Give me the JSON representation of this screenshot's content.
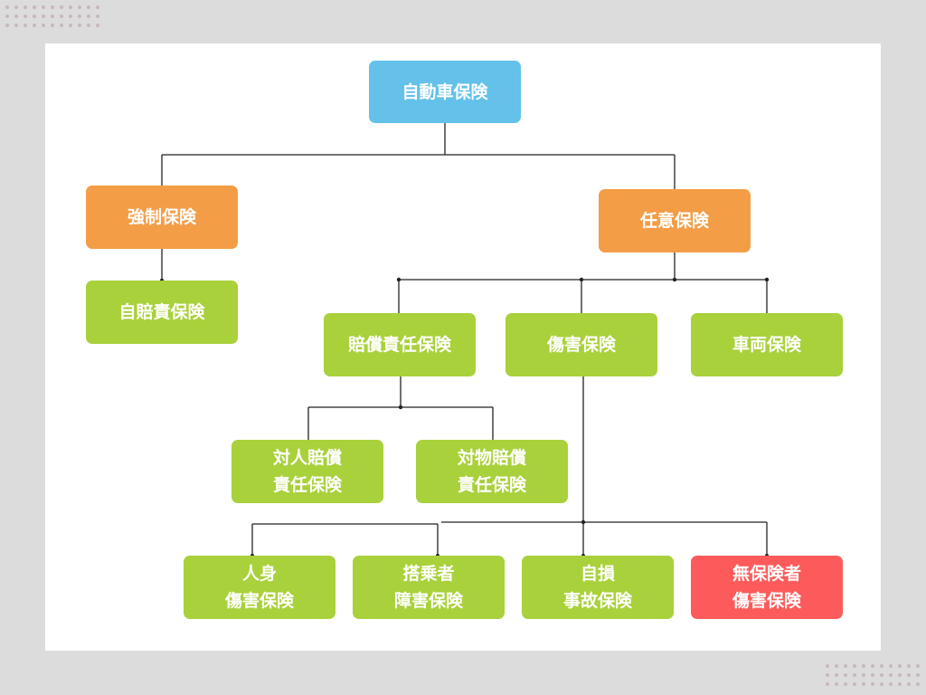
{
  "colors": {
    "root": "#63c1ea",
    "category": "#f49d47",
    "item": "#a9d13b",
    "highlight": "#fd5b5b",
    "line": "#222222"
  },
  "nodes": {
    "root": "自動車保険",
    "compulsory": "強制保険",
    "voluntary": "任意保険",
    "jibaiseki": "自賠責保険",
    "liability": "賠償責任保険",
    "injury": "傷害保険",
    "vehicle": "車両保険",
    "bodily_liability": {
      "line1": "対人賠償",
      "line2": "責任保険"
    },
    "property_liability": {
      "line1": "対物賠償",
      "line2": "責任保険"
    },
    "personal_injury": {
      "line1": "人身",
      "line2": "傷害保険"
    },
    "passenger": {
      "line1": "搭乗者",
      "line2": "障害保険"
    },
    "self_accident": {
      "line1": "自損",
      "line2": "事故保険"
    },
    "uninsured": {
      "line1": "無保険者",
      "line2": "傷害保険"
    }
  }
}
